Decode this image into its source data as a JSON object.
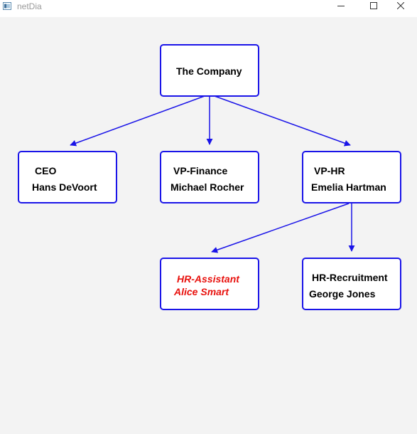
{
  "window": {
    "title": "netDia",
    "icons": {
      "app": "window-icon",
      "minimize": "minimize-icon",
      "maximize": "maximize-icon",
      "close": "close-icon"
    }
  },
  "colors": {
    "node_border": "#1a14e8",
    "edge": "#1a14e8",
    "highlight_text": "#e8120e",
    "text": "#000000",
    "background": "#f3f3f3"
  },
  "nodes": {
    "company": {
      "line1": "The Company"
    },
    "ceo": {
      "line1": "CEO",
      "line2": "Hans DeVoort"
    },
    "vp_finance": {
      "line1": "VP-Finance",
      "line2": "Michael Rocher"
    },
    "vp_hr": {
      "line1": "VP-HR",
      "line2": "Emelia Hartman"
    },
    "hr_assistant": {
      "line1": "HR-Assistant",
      "line2": "Alice Smart"
    },
    "hr_recruitment": {
      "line1": "HR-Recruitment",
      "line2": "George Jones"
    }
  }
}
